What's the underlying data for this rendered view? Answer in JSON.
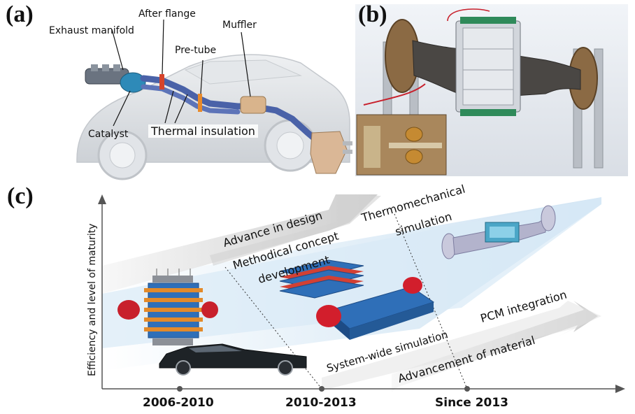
{
  "panels": {
    "a": "(a)",
    "b": "(b)",
    "c": "(c)"
  },
  "panel_a": {
    "labels": {
      "exhaust_manifold": "Exhaust manifold",
      "after_flange": "After flange",
      "muffler": "Muffler",
      "pre_tube": "Pre-tube",
      "catalyst": "Catalyst",
      "thermal_insulation": "Thermal insulation"
    }
  },
  "panel_c": {
    "y_axis_label": "Efficiency and level of maturity",
    "x_ticks": [
      "2006-2010",
      "2010-2013",
      "Since 2013"
    ],
    "upper_arrow_labels": {
      "advance_in_design": "Advance in design",
      "methodical_line1": "Methodical concept",
      "methodical_line2": "development",
      "thermo_line1": "Thermomechanical",
      "thermo_line2": "simulation"
    },
    "lower_arrow_labels": {
      "system_wide": "System-wide simulation",
      "pcm": "PCM integration",
      "advancement_material": "Advancement of material"
    }
  },
  "colors": {
    "heat_exchanger_blue": "#2f6fb8",
    "te_module_orange": "#e38a2a",
    "flange_red": "#c8202c",
    "band_light_blue": "#d6e8f5",
    "arrow_gray": "#cfcfcf"
  }
}
